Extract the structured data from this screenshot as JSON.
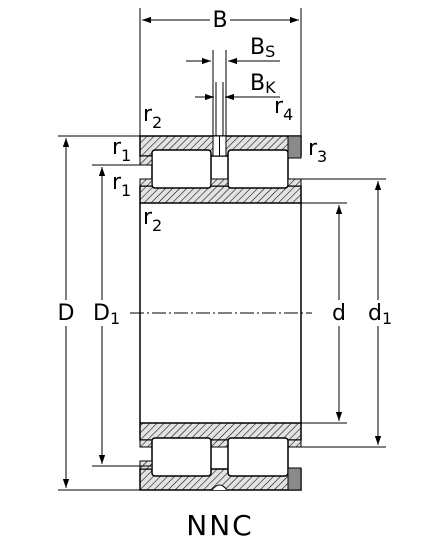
{
  "title": "NNC",
  "labels": {
    "B": "B",
    "Bs": "B",
    "Bs_sub": "S",
    "Bk": "B",
    "Bk_sub": "K",
    "D": "D",
    "D1": "D",
    "D1_sub": "1",
    "d": "d",
    "d1": "d",
    "d1_sub": "1",
    "r2_top": "r",
    "r2_top_sub": "2",
    "r4": "r",
    "r4_sub": "4",
    "r3": "r",
    "r3_sub": "3",
    "r1_a": "r",
    "r1_a_sub": "1",
    "r1_b": "r",
    "r1_b_sub": "1",
    "r2_bottom": "r",
    "r2_bottom_sub": "2"
  },
  "colors": {
    "line": "#000000",
    "ring_fill": "#e0e0e0",
    "hatch": "#000000",
    "background": "#ffffff"
  }
}
